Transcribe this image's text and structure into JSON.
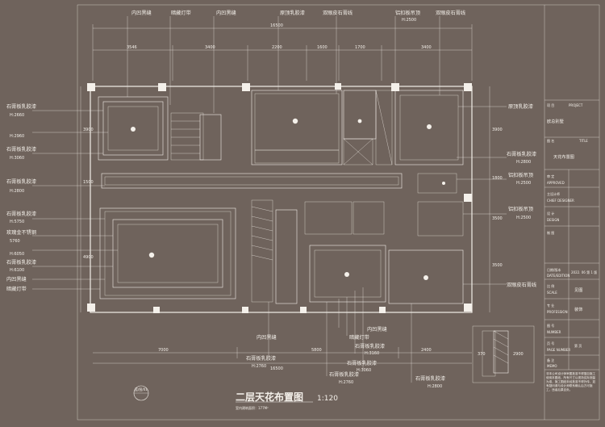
{
  "drawing": {
    "title": "二层天花布置图",
    "scale": "1:120",
    "area_note": "室内建筑面积：177M²",
    "overall_dim": "16500",
    "bottom_overall": "16500",
    "section_symbol": "蓝/图/01"
  },
  "top_labels": [
    "内凹黑缝",
    "暗藏灯带",
    "内凹黑缝",
    "原顶乳胶漆",
    "双眼皮石膏线",
    "铝扣板吊顶",
    "H:2500",
    "双眼皮石膏线"
  ],
  "top_dims": [
    "3546",
    "3400",
    "2200",
    "1600",
    "1700",
    "3400"
  ],
  "left_labels": [
    "石膏板乳胶漆",
    "H:2660",
    "H:2960",
    "石膏板乳胶漆",
    "H:3060",
    "石膏板乳胶漆",
    "H:2800",
    "石膏板乳胶漆",
    "H:5750",
    "玫瑰金不锈钢",
    "5760",
    "H:6050",
    "石膏板乳胶漆",
    "H:6100",
    "内凹黑缝",
    "暗藏灯带"
  ],
  "left_dims": [
    "3900",
    "1500",
    "4900"
  ],
  "right_labels": [
    "原顶乳胶漆",
    "石膏板乳胶漆",
    "H:2800",
    "铝扣板吊顶",
    "H:2500",
    "铝扣板吊顶",
    "H:2500",
    "双眼皮石膏线"
  ],
  "right_dims": [
    "3900",
    "1800",
    "3500",
    "3500"
  ],
  "bottom_labels": [
    "内凹黑缝",
    "暗藏灯带",
    "石膏板乳胶漆",
    "H:3160",
    "石膏板乳胶漆",
    "H:3060",
    "石膏板乳胶漆",
    "H:2760",
    "石膏板乳胶漆",
    "H:2800",
    "内凹黑缝",
    "石膏板乳胶漆",
    "H:2760"
  ],
  "bottom_dims": [
    "7000",
    "5800",
    "2400"
  ],
  "detail_dims": [
    "370",
    "2900"
  ],
  "title_block": [
    {
      "cn": "项  目",
      "en": "PROJECT",
      "value": ""
    },
    {
      "cn": "",
      "en": "",
      "value": "欧总别墅"
    },
    {
      "cn": "图  名",
      "en": "TITLE",
      "value": ""
    },
    {
      "cn": "",
      "en": "",
      "value": "天花布置图"
    },
    {
      "cn": "审  定",
      "en": "APPROVED",
      "value": ""
    },
    {
      "cn": "主设计师",
      "en": "CHIEF DESIGNER",
      "value": ""
    },
    {
      "cn": "设  计",
      "en": "DESIGN",
      "value": ""
    },
    {
      "cn": "制  图",
      "en": "",
      "value": ""
    },
    {
      "cn": "日期/版本",
      "en": "DATE/EDITION",
      "value": "2022. 06  第 1 版"
    },
    {
      "cn": "比  例",
      "en": "SCALE",
      "value": "见图"
    },
    {
      "cn": "专  业",
      "en": "PROFESSION",
      "value": "装饰"
    },
    {
      "cn": "图  号",
      "en": "NUMBER",
      "value": ""
    },
    {
      "cn": "页  号",
      "en": "PAGE NUMBER",
      "value": "第  页"
    },
    {
      "cn": "备  注",
      "en": "MEMO",
      "value": ""
    }
  ],
  "notes": "非本公司设计师审图批准不得擅自施工使用本图纸，所有尺寸以现场实际测量为准，施工图纸未经批准不得外传，如有疑问请与设计师联系确认后方可施工，违者后果自负。"
}
